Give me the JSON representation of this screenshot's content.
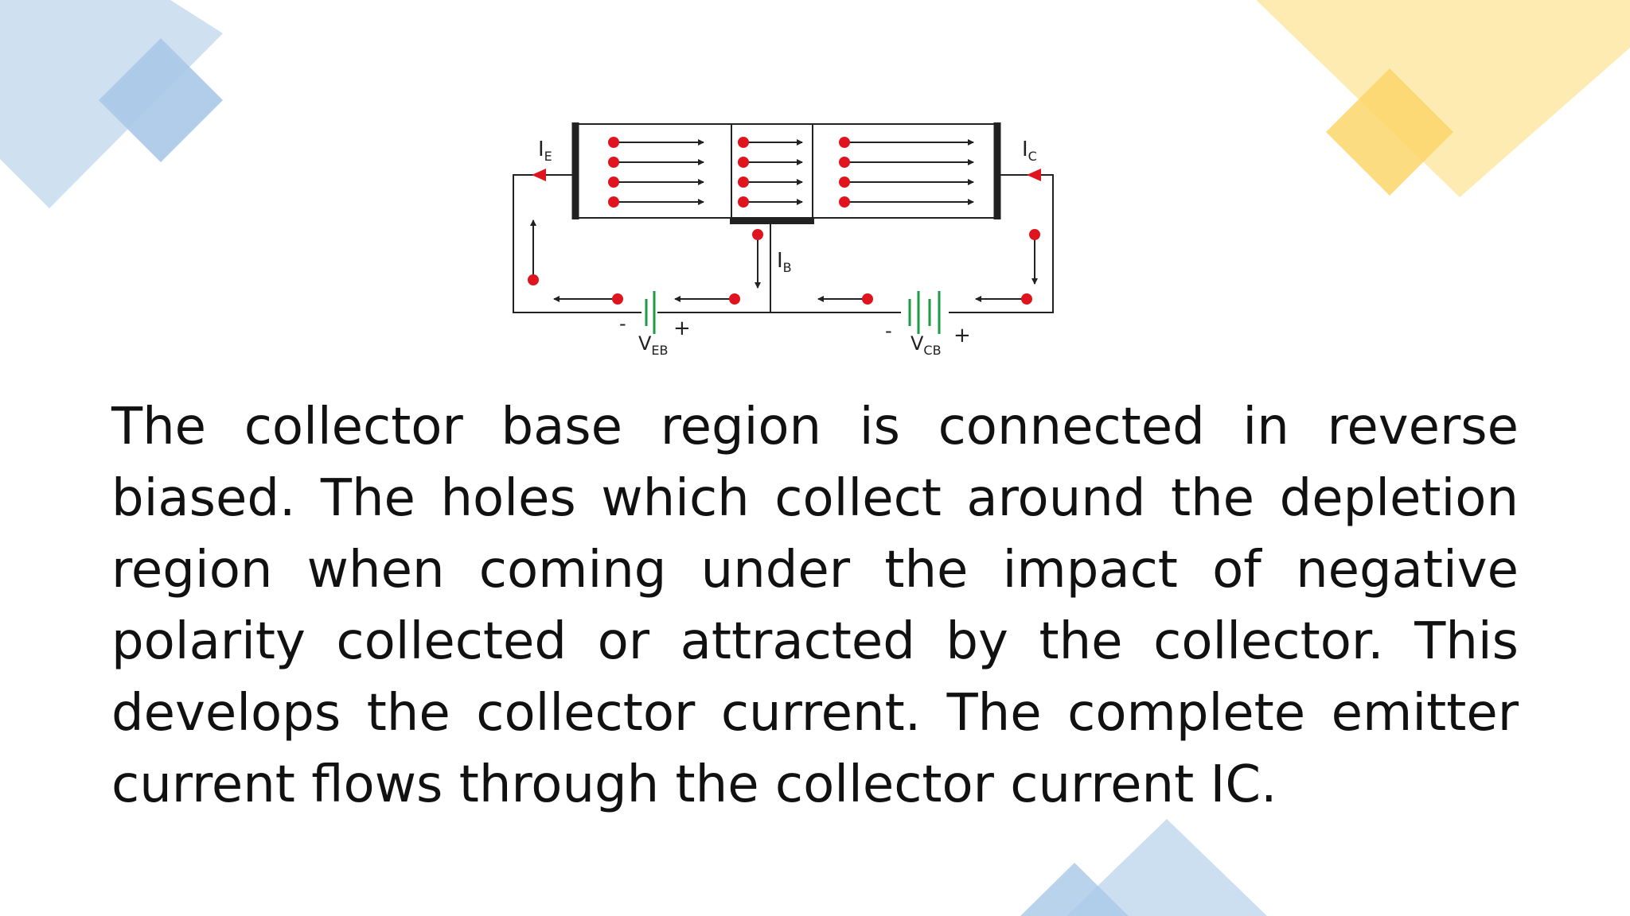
{
  "colors": {
    "blue_light": "#c7dcef",
    "blue_mid": "#a9c8e8",
    "yellow_light": "#fde9a8",
    "yellow_mid": "#fbd66a",
    "carrier_red": "#e0141e",
    "battery_green": "#1f9a46",
    "wire": "#222222"
  },
  "diagram": {
    "emitter_current": {
      "main": "I",
      "sub": "E"
    },
    "collector_current": {
      "main": "I",
      "sub": "C"
    },
    "base_current": {
      "main": "I",
      "sub": "B"
    },
    "veb": {
      "main": "V",
      "sub": "EB",
      "minus": "-",
      "plus": "+"
    },
    "vcb": {
      "main": "V",
      "sub": "CB",
      "minus": "-",
      "plus": "+"
    }
  },
  "body_text": "The collector base region is connected in reverse biased. The holes which collect around the depletion region when coming under the impact of negative polarity collected or attracted by the collector. This develops the collector current. The complete emitter current flows through the collector current IC."
}
